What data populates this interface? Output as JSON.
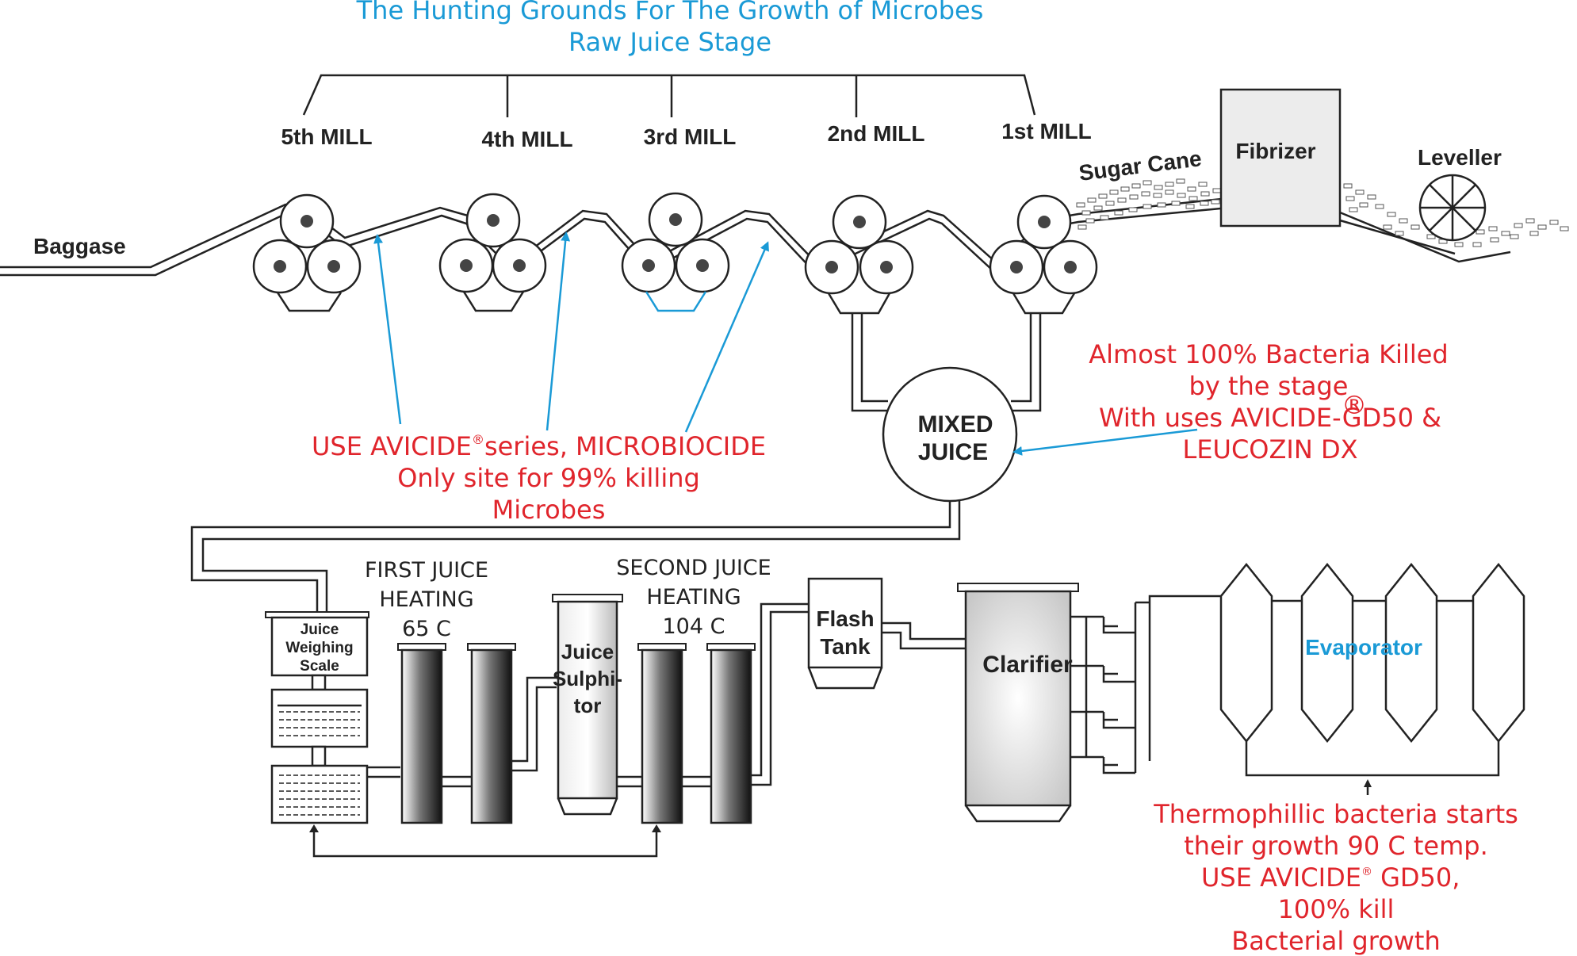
{
  "title": {
    "line1": "The Hunting Grounds For The Growth of Microbes",
    "line2": "Raw Juice Stage"
  },
  "mills": [
    "5th MILL",
    "4th MILL",
    "3rd MILL",
    "2nd MILL",
    "1st MILL"
  ],
  "labels": {
    "baggase": "Baggase",
    "sugar_cane": "Sugar Cane",
    "fibrizer": "Fibrizer",
    "leveller": "Leveller",
    "mixed_juice_1": "MIXED",
    "mixed_juice_2": "JUICE",
    "juice_weighing_1": "Juice",
    "juice_weighing_2": "Weighing",
    "juice_weighing_3": "Scale",
    "first_heating_1": "FIRST JUICE",
    "first_heating_2": "HEATING",
    "first_heating_3": "65 C",
    "sulphitor_1": "Juice",
    "sulphitor_2": "Sulphi-",
    "sulphitor_3": "tor",
    "second_heating_1": "SECOND JUICE",
    "second_heating_2": "HEATING",
    "second_heating_3": "104 C",
    "flash_tank_1": "Flash",
    "flash_tank_2": "Tank",
    "clarifier": "Clarifier",
    "evaporator": "Evaporator"
  },
  "notes": {
    "avicide_1": "USE AVICIDE",
    "avicide_1b": "series, MICROBIOCIDE",
    "avicide_2": "Only site for 99% killing",
    "avicide_3": "Microbes",
    "bacteria_1": "Almost 100% Bacteria Killed",
    "bacteria_2": "by the stage",
    "bacteria_3": "With uses AVICIDE-GD50 &",
    "bacteria_4": "LEUCOZIN DX",
    "thermo_1": "Thermophillic bacteria starts",
    "thermo_2": "their growth 90 C temp.",
    "thermo_3a": "USE AVICIDE",
    "thermo_3b": " GD50,",
    "thermo_4": "100% kill",
    "thermo_5": "Bacterial growth",
    "registered": "®"
  },
  "colors": {
    "title_blue": "#1a9ad6",
    "note_red": "#e0252c",
    "line": "#222222"
  }
}
